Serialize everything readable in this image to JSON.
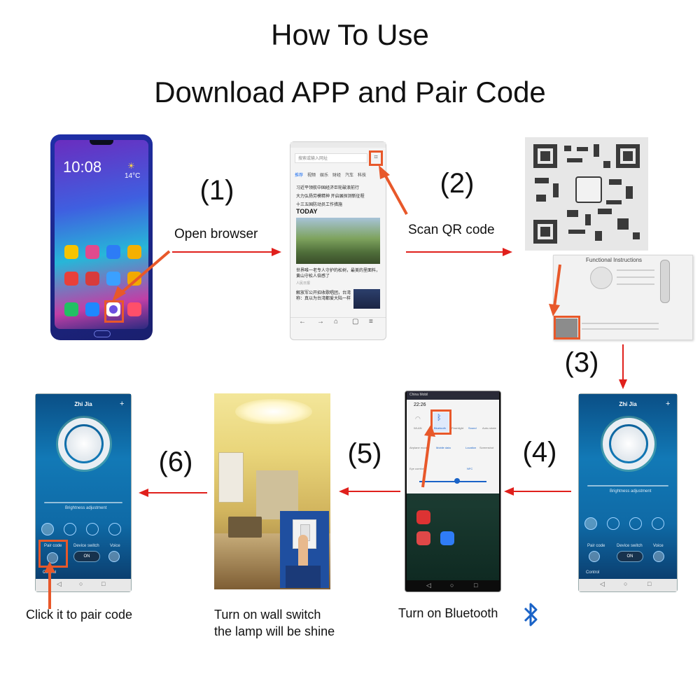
{
  "titles": {
    "line1": "How To Use",
    "line2": "Download APP and Pair Code"
  },
  "steps": {
    "s1": "(1)",
    "s2": "(2)",
    "s3": "(3)",
    "s4": "(4)",
    "s5": "(5)",
    "s6": "(6)"
  },
  "labels": {
    "open_browser": "Open browser",
    "scan_qr": "Scan QR code",
    "click_pair": "Click it to pair code",
    "wall_switch_1": "Turn on wall switch",
    "wall_switch_2": "the lamp will be shine",
    "turn_bt": "Turn on Bluetooth"
  },
  "phone1": {
    "time": "10:08",
    "temp": "14°C"
  },
  "browser": {
    "search_placeholder": "搜索或输入网址",
    "tabs": [
      "推荐",
      "视频",
      "娱乐",
      "财经",
      "汽车",
      "科技"
    ],
    "headlines": [
      "习近平领航中国经济巨轮破浪前行",
      "大力弘扬劳模精神 开启展探测新征程",
      "十三五国防动员工作措施"
    ],
    "today": "TODAY",
    "story1": "世界唯一老专人守护的松树，最美的里面料，黄山守松人倍感了",
    "story2": "解放军公开招收歌唱团，台湾称：真以为台湾都爱大陆一样",
    "source": "人民日报"
  },
  "manual": {
    "title": "Functional Instructions"
  },
  "zhijia": {
    "title": "Zhi Jia",
    "brightness": "Brightness adjustment",
    "pair_code": "Pair code",
    "device_switch": "Device switch",
    "voice": "Voice",
    "on": "ON",
    "control": "Control"
  },
  "bt_panel": {
    "time": "22:26",
    "carrier": "China Mobil",
    "bluetooth": "Bluetooth",
    "wlan": "WLAN",
    "flashlight": "Flashlight",
    "sound": "Sound",
    "auto_rotate": "Auto-rotate",
    "airplane": "Airplane mode",
    "mobile_data": "Mobile data",
    "location": "Location",
    "screenshot": "Screenshot",
    "eye_comfort": "Eye comfort",
    "nfc": "NFC"
  },
  "colors": {
    "arrow": "#e0201c",
    "callout": "#e8582a",
    "bluetooth_icon": "#1a63c7"
  }
}
